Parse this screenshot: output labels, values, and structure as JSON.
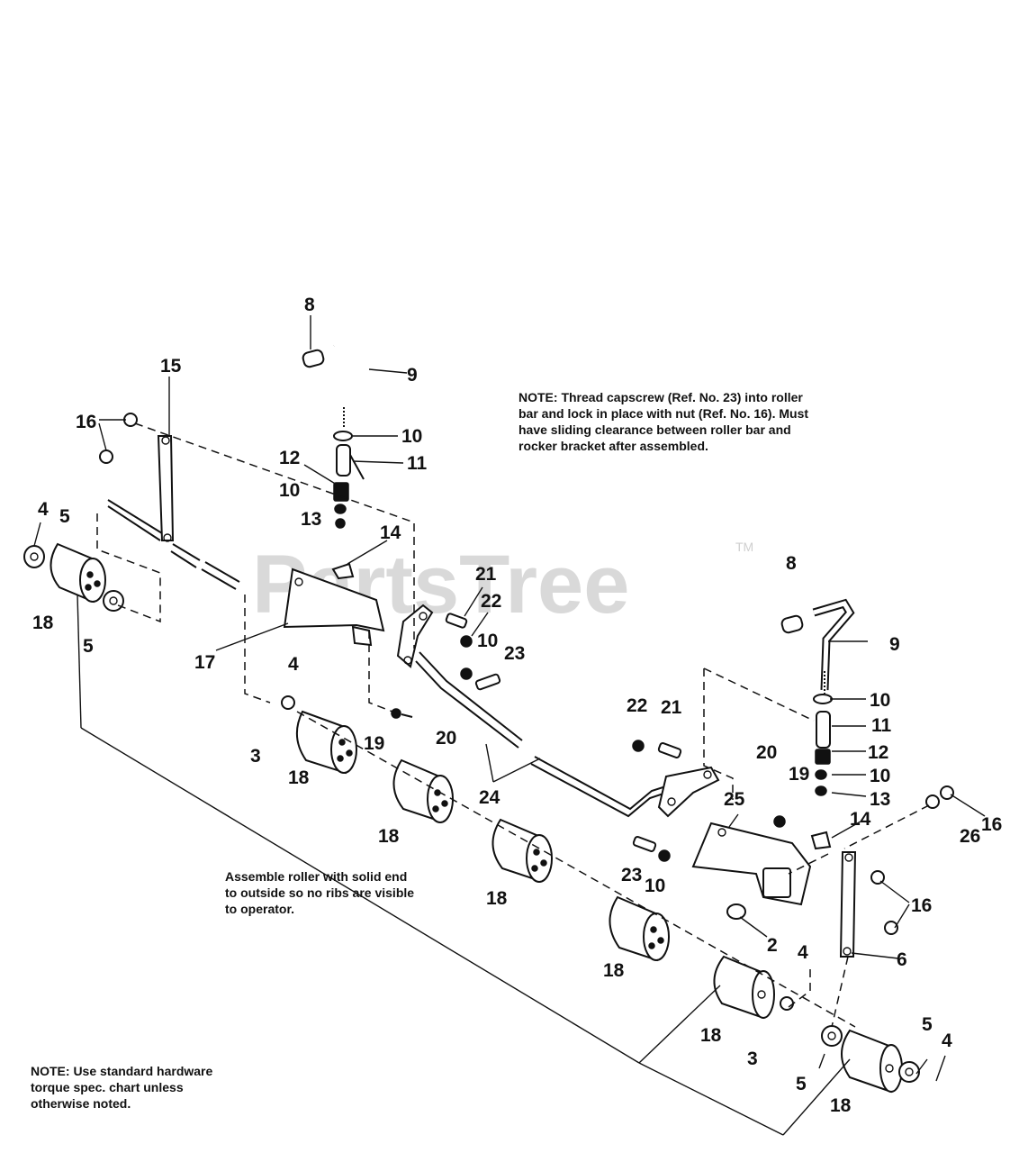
{
  "watermark": {
    "text": "PartsTree",
    "tm": "TM"
  },
  "notes": {
    "thread": [
      "NOTE: Thread capscrew (Ref. No. 23) into roller",
      "bar and lock in place with nut (Ref. No. 16). Must",
      "have sliding clearance between roller bar and",
      "rocker bracket after assembled."
    ],
    "assemble": [
      "Assemble roller with solid end",
      "to outside so no ribs are visible",
      "to operator."
    ],
    "torque": [
      "NOTE: Use standard hardware",
      "torque spec. chart unless",
      "otherwise noted."
    ]
  },
  "callouts": {
    "c8a": "8",
    "c9a": "9",
    "c10a": "10",
    "c11a": "11",
    "c12a": "12",
    "c10b": "10",
    "c13a": "13",
    "c14a": "14",
    "c15": "15",
    "c16a": "16",
    "c4a": "4",
    "c5a": "5",
    "c18a": "18",
    "c5b": "5",
    "c17": "17",
    "c21a": "21",
    "c22a": "22",
    "c10c": "10",
    "c23a": "23",
    "c4b": "4",
    "c3a": "3",
    "c18b": "18",
    "c19a": "19",
    "c20a": "20",
    "c24": "24",
    "c18c": "18",
    "c8b": "8",
    "c9b": "9",
    "c10d": "10",
    "c11b": "11",
    "c12b": "12",
    "c10e": "10",
    "c13b": "13",
    "c22b": "22",
    "c21b": "21",
    "c20b": "20",
    "c19b": "19",
    "c25": "25",
    "c14b": "14",
    "c26": "26",
    "c16b": "16",
    "c16c": "16",
    "c23b": "23",
    "c10f": "10",
    "c18d": "18",
    "c2": "2",
    "c6": "6",
    "c18e": "18",
    "c4c": "4",
    "c18f": "18",
    "c3b": "3",
    "c5c": "5",
    "c5d": "5",
    "c4d": "4",
    "c18g": "18"
  }
}
